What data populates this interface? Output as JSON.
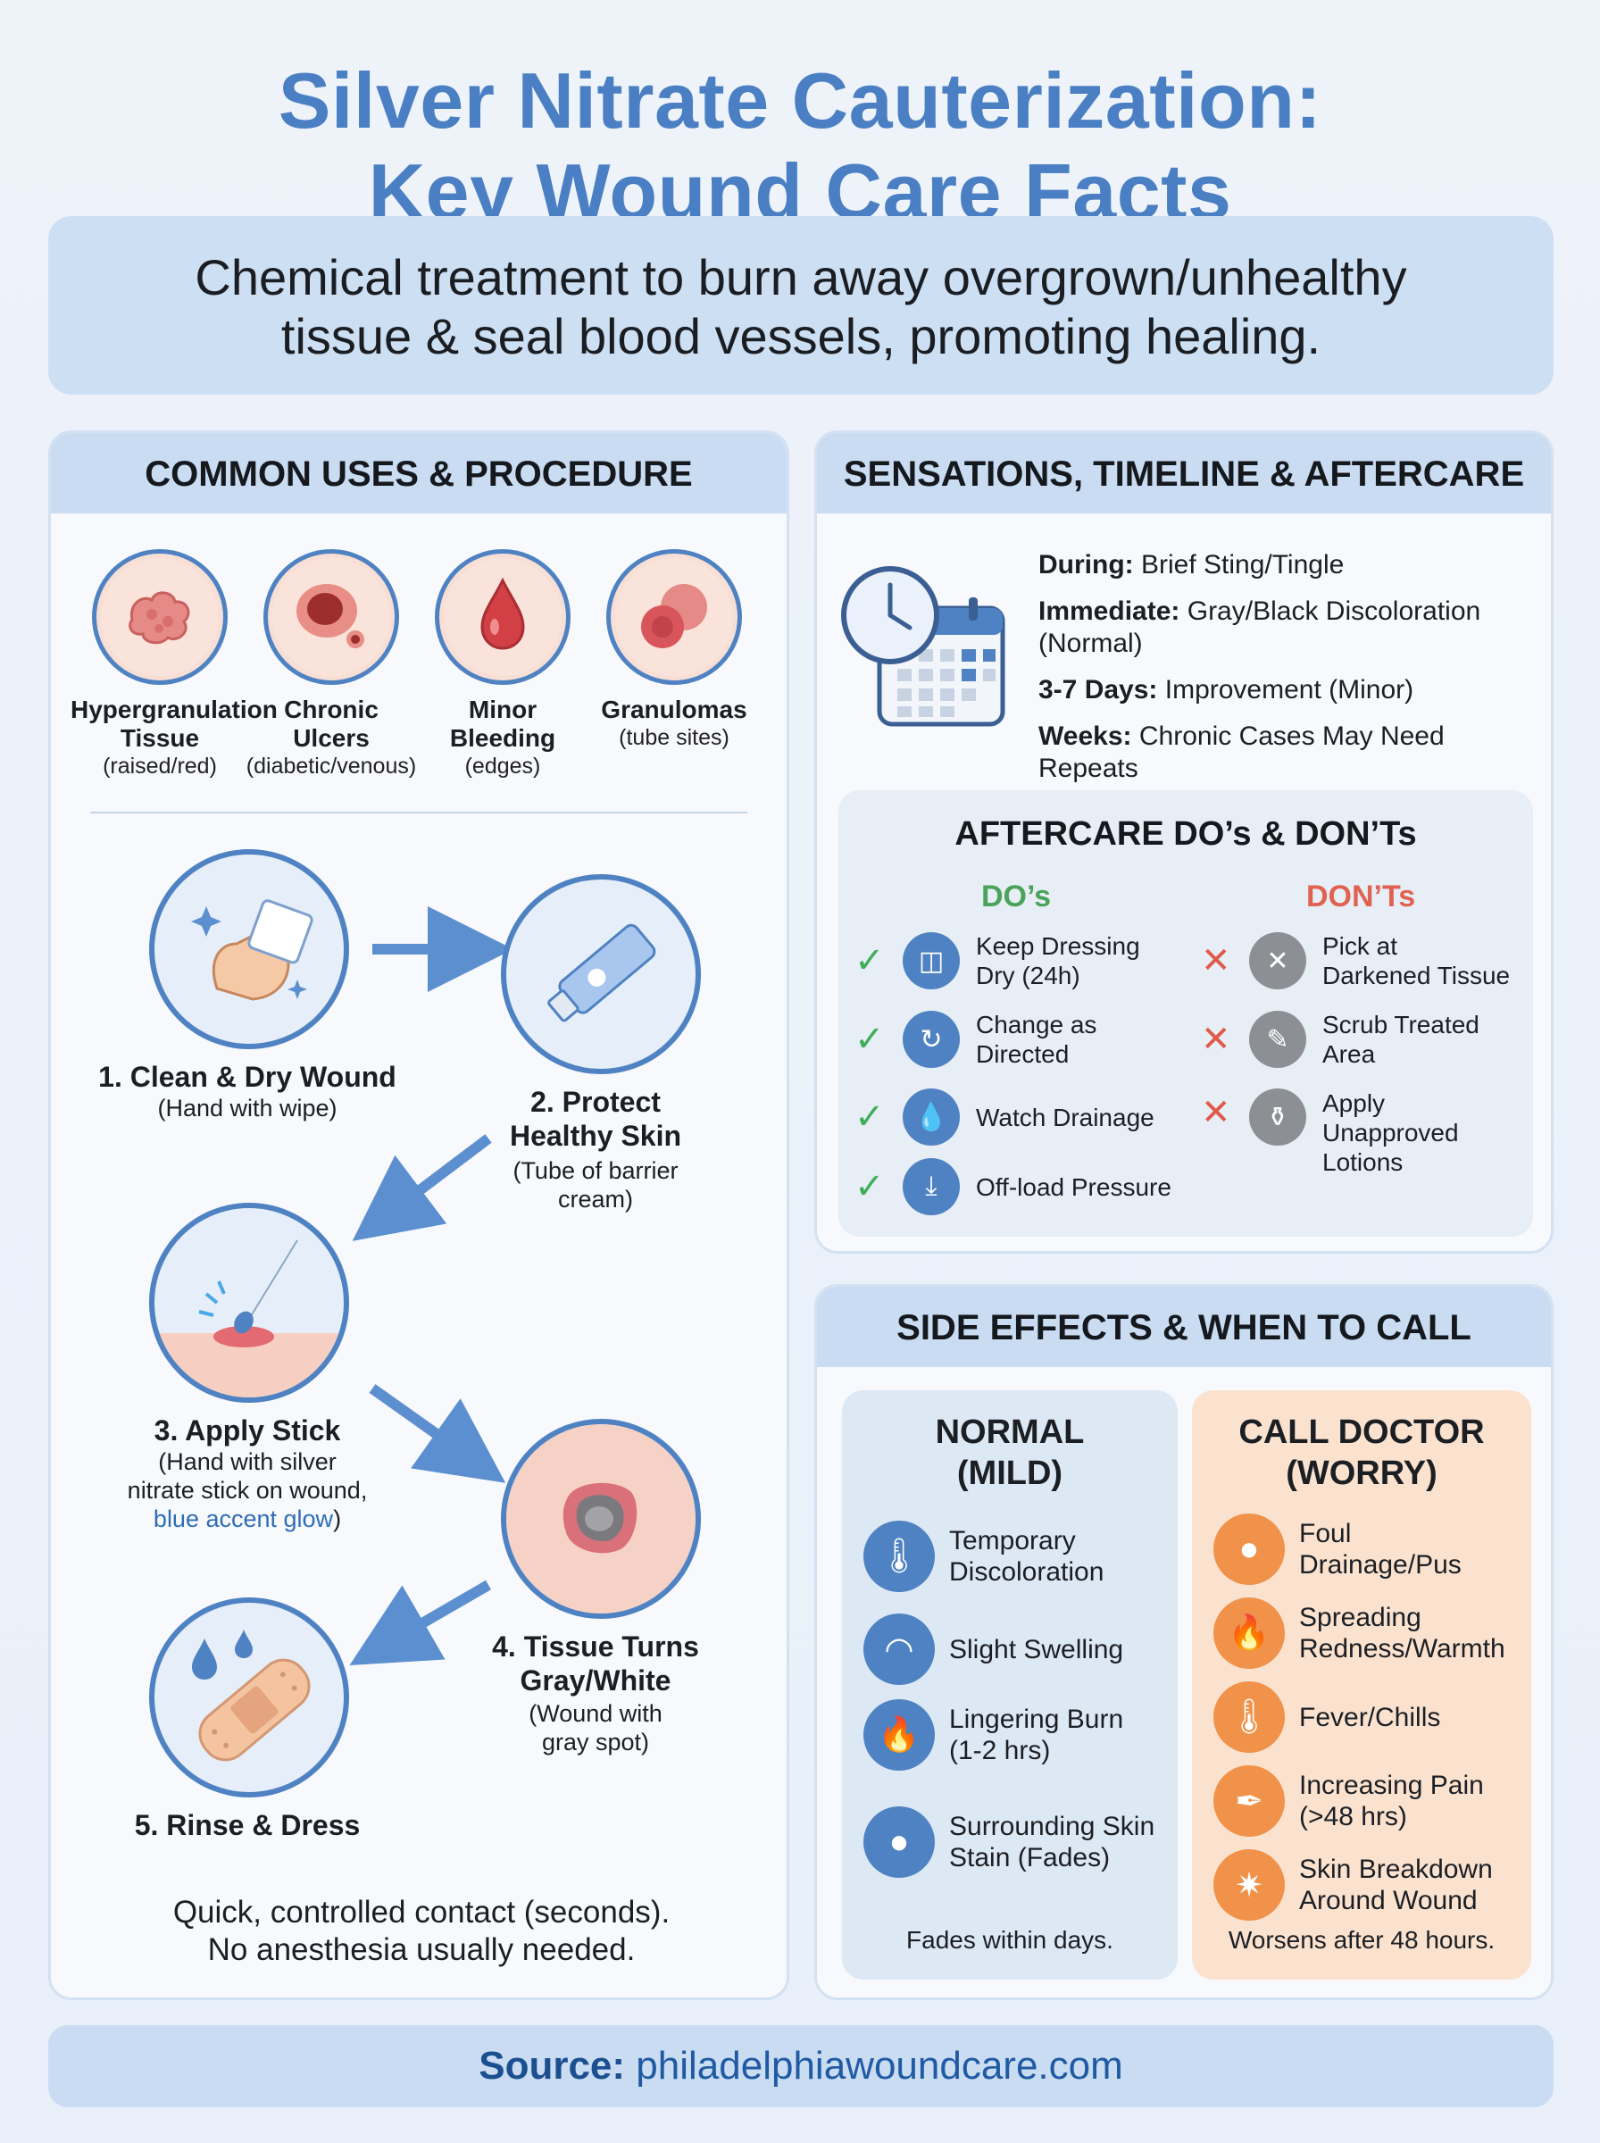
{
  "header": {
    "title_line1": "Silver Nitrate Cauterization:",
    "title_line2": "Key Wound Care Facts",
    "subtitle_line1": "Chemical treatment to burn away overgrown/unhealthy",
    "subtitle_line2": "tissue & seal blood vessels, promoting healing."
  },
  "uses_panel": {
    "heading": "COMMON USES & PROCEDURE",
    "uses": [
      {
        "title1": "Hypergranulation",
        "title2": "Tissue",
        "sub": "(raised/red)",
        "icon": "hypergranulation-icon"
      },
      {
        "title1": "Chronic",
        "title2": "Ulcers",
        "sub": "(diabetic/venous)",
        "icon": "ulcer-icon"
      },
      {
        "title1": "Minor",
        "title2": "Bleeding",
        "sub": "(edges)",
        "icon": "blood-drop-icon"
      },
      {
        "title1": "Granulomas",
        "title2": "",
        "sub": "(tube sites)",
        "icon": "granuloma-icon"
      }
    ],
    "steps": [
      {
        "title": "1. Clean & Dry Wound",
        "sub": "(Hand with wipe)",
        "icon": "hand-wipe-icon"
      },
      {
        "title1": "2. Protect",
        "title2": "Healthy Skin",
        "sub1": "(Tube of barrier",
        "sub2": "cream)",
        "icon": "cream-tube-icon"
      },
      {
        "title": "3. Apply Stick",
        "sub1": "(Hand with silver",
        "sub2": "nitrate stick on wound,",
        "sub3": "blue accent glow",
        "sub3_end": ")",
        "icon": "nitrate-stick-icon"
      },
      {
        "title1": "4. Tissue Turns",
        "title2": "Gray/White",
        "sub1": "(Wound with",
        "sub2": "gray spot)",
        "icon": "gray-wound-icon"
      },
      {
        "title": "5. Rinse & Dress",
        "icon": "bandage-icon"
      }
    ],
    "note_line1": "Quick, controlled contact (seconds).",
    "note_line2": "No anesthesia usually needed."
  },
  "timeline_panel": {
    "heading": "SENSATIONS, TIMELINE & AFTERCARE",
    "icon": "clock-calendar-icon",
    "entries": [
      {
        "label": "During:",
        "text": "Brief Sting/Tingle"
      },
      {
        "label": "Immediate:",
        "text": "Gray/Black Discoloration",
        "text2": "(Normal)"
      },
      {
        "label": "3-7 Days:",
        "text": "Improvement (Minor)"
      },
      {
        "label": "Weeks:",
        "text": "Chronic Cases May Need Repeats"
      }
    ],
    "aftercare": {
      "title": "AFTERCARE DO’s & DON’Ts",
      "dos_heading": "DO’s",
      "donts_heading": "DON’Ts",
      "dos": [
        {
          "line1": "Keep Dressing",
          "line2": "Dry (24h)",
          "icon": "dressing-icon"
        },
        {
          "line1": "Change as",
          "line2": "Directed",
          "icon": "refresh-icon"
        },
        {
          "line1": "Watch Drainage",
          "line2": "",
          "icon": "droplet-icon"
        },
        {
          "line1": "Off-load Pressure",
          "line2": "",
          "icon": "offload-icon"
        }
      ],
      "donts": [
        {
          "line1": "Pick at",
          "line2": "Darkened Tissue",
          "line3": "",
          "icon": "no-pick-icon"
        },
        {
          "line1": "Scrub Treated",
          "line2": "Area",
          "line3": "",
          "icon": "scrub-icon"
        },
        {
          "line1": "Apply",
          "line2": "Unapproved",
          "line3": "Lotions",
          "icon": "lotion-icon"
        }
      ]
    }
  },
  "side_effects_panel": {
    "heading": "SIDE EFFECTS & WHEN TO CALL",
    "normal": {
      "heading1": "NORMAL",
      "heading2": "(MILD)",
      "items": [
        {
          "line1": "Temporary",
          "line2": "Discoloration",
          "icon": "thermometer-icon"
        },
        {
          "line1": "Slight Swelling",
          "line2": "",
          "icon": "swelling-icon"
        },
        {
          "line1": "Lingering Burn",
          "line2": "(1-2 hrs)",
          "icon": "flame-icon"
        },
        {
          "line1": "Surrounding Skin",
          "line2": "Stain (Fades)",
          "icon": "stain-icon"
        }
      ],
      "footer": "Fades within days."
    },
    "call": {
      "heading1": "CALL DOCTOR",
      "heading2": "(WORRY)",
      "items": [
        {
          "line1": "Foul",
          "line2": "Drainage/Pus",
          "icon": "pus-icon"
        },
        {
          "line1": "Spreading",
          "line2": "Redness/Warmth",
          "icon": "fire-icon"
        },
        {
          "line1": "Fever/Chills",
          "line2": "",
          "icon": "fever-thermometer-icon"
        },
        {
          "line1": "Increasing Pain",
          "line2": "(>48 hrs)",
          "icon": "syringe-icon"
        },
        {
          "line1": "Skin Breakdown",
          "line2": "Around Wound",
          "icon": "skin-breakdown-icon"
        }
      ],
      "footer": "Worsens after 48 hours."
    }
  },
  "source": {
    "label": "Source:",
    "url": "philadelphiawoundcare.com"
  },
  "colors": {
    "accent": "#4a7fc4",
    "do_green": "#3fae5a",
    "dont_red": "#e05a4c",
    "warn_orange": "#f0924a"
  }
}
